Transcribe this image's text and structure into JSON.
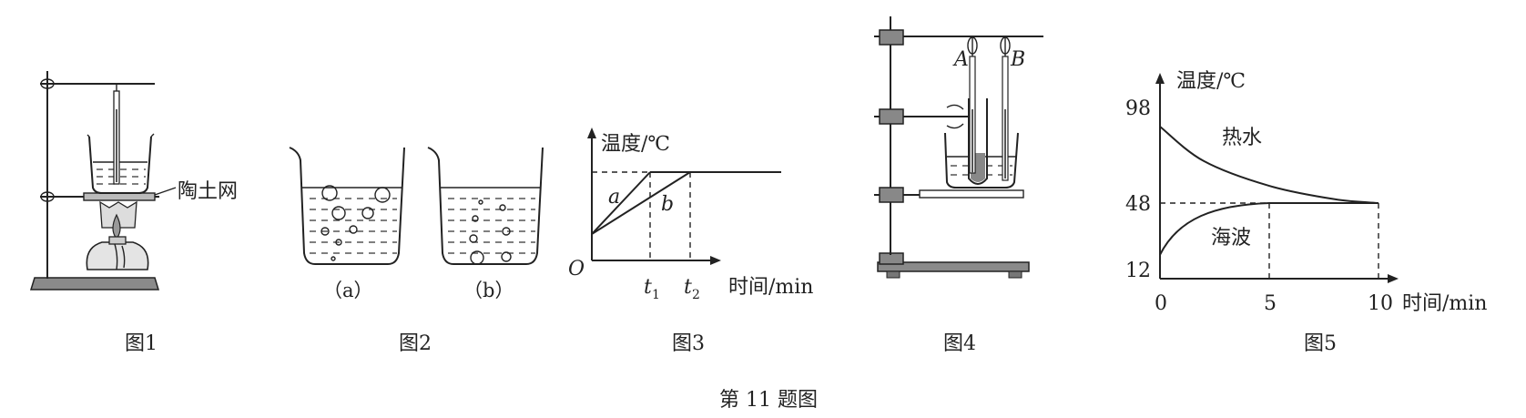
{
  "figures": {
    "fig1": {
      "caption": "图1",
      "label_gauze": "陶土网"
    },
    "fig2": {
      "caption": "图2",
      "label_a": "（a）",
      "label_b": "（b）"
    },
    "fig3": {
      "caption": "图3",
      "ylabel": "温度/℃",
      "xlabel": "时间/min",
      "origin": "O",
      "line_a": "a",
      "line_b": "b",
      "tick_t1": "t",
      "tick_t1_sub": "1",
      "tick_t2": "t",
      "tick_t2_sub": "2"
    },
    "fig4": {
      "caption": "图4",
      "label_A": "A",
      "label_B": "B"
    },
    "fig5": {
      "caption": "图5",
      "ylabel": "温度/℃",
      "xlabel": "时间/min",
      "series_hot": "热水",
      "series_wax": "海波",
      "yticks": [
        "98",
        "48",
        "12"
      ],
      "xticks": [
        "0",
        "5",
        "10"
      ]
    }
  },
  "footer": {
    "title": "第 11 题图"
  },
  "chart_data": [
    {
      "type": "line",
      "xlabel": "时间/min",
      "ylabel": "温度/℃",
      "series": [
        {
          "name": "a",
          "points": [
            [
              "0",
              "t0"
            ],
            [
              "t1",
              "plateau"
            ]
          ]
        },
        {
          "name": "b",
          "points": [
            [
              "0",
              "t0"
            ],
            [
              "t2",
              "plateau"
            ]
          ]
        }
      ],
      "xticks": [
        "t1",
        "t2"
      ]
    },
    {
      "type": "line",
      "xlabel": "时间/min",
      "ylabel": "温度/℃",
      "x_ticks": [
        0,
        5,
        10
      ],
      "y_ticks": [
        12,
        48,
        98
      ],
      "series": [
        {
          "name": "热水",
          "x": [
            0,
            2,
            5,
            8,
            10
          ],
          "y": [
            88,
            70,
            57,
            50,
            48
          ]
        },
        {
          "name": "海波",
          "x": [
            0,
            2,
            5,
            10
          ],
          "y": [
            20,
            38,
            48,
            48
          ]
        }
      ]
    }
  ]
}
